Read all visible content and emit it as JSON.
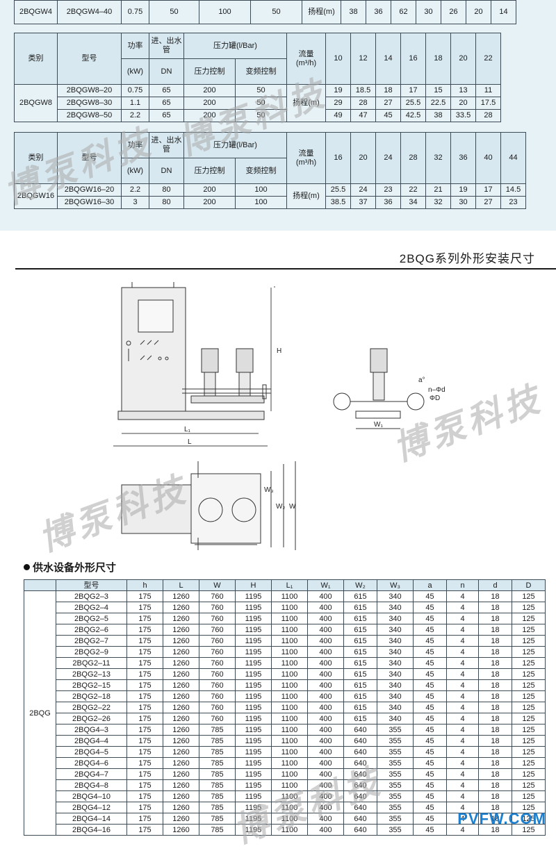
{
  "top_row": {
    "cells": [
      "2BQGW4",
      "2BQGW4–40",
      "0.75",
      "50",
      "100",
      "50",
      "扬程(m)",
      "38",
      "36",
      "62",
      "30",
      "26",
      "20",
      "14"
    ]
  },
  "table_w8": {
    "h_category": "类别",
    "h_model": "型号",
    "h_power": "功率",
    "h_power_unit": "(kW)",
    "h_pipe": "进、出水管",
    "h_pipe_unit": "DN",
    "h_tank": "压力罐(l/Bar)",
    "h_tank_pc": "压力控制",
    "h_tank_vf": "变频控制",
    "h_flow": "流量",
    "h_flow_unit": "(m³/h)",
    "flows": [
      "10",
      "12",
      "14",
      "16",
      "18",
      "20",
      "22"
    ],
    "category": "2BQGW8",
    "head_label": "扬程(m)",
    "rows": [
      {
        "model": "2BQGW8–20",
        "power": "0.75",
        "dn": "65",
        "pc": "200",
        "vf": "50",
        "vals": [
          "19",
          "18.5",
          "18",
          "17",
          "15",
          "13",
          "11"
        ]
      },
      {
        "model": "2BQGW8–30",
        "power": "1.1",
        "dn": "65",
        "pc": "200",
        "vf": "50",
        "vals": [
          "29",
          "28",
          "27",
          "25.5",
          "22.5",
          "20",
          "17.5"
        ]
      },
      {
        "model": "2BQGW8–50",
        "power": "2.2",
        "dn": "65",
        "pc": "200",
        "vf": "50",
        "vals": [
          "49",
          "47",
          "45",
          "42.5",
          "38",
          "33.5",
          "28"
        ]
      }
    ]
  },
  "table_w16": {
    "h_category": "类别",
    "h_model": "型号",
    "h_power": "功率",
    "h_power_unit": "(kW)",
    "h_pipe": "进、出水管",
    "h_pipe_unit": "DN",
    "h_tank": "压力罐(l/Bar)",
    "h_tank_pc": "压力控制",
    "h_tank_vf": "变频控制",
    "h_flow": "流量",
    "h_flow_unit": "(m³/h)",
    "flows": [
      "16",
      "20",
      "24",
      "28",
      "32",
      "36",
      "40",
      "44"
    ],
    "category": "2BQGW16",
    "head_label": "扬程(m)",
    "rows": [
      {
        "model": "2BQGW16–20",
        "power": "2.2",
        "dn": "80",
        "pc": "200",
        "vf": "100",
        "vals": [
          "25.5",
          "24",
          "23",
          "22",
          "21",
          "19",
          "17",
          "14.5"
        ]
      },
      {
        "model": "2BQGW16–30",
        "power": "3",
        "dn": "80",
        "pc": "200",
        "vf": "100",
        "vals": [
          "38.5",
          "37",
          "36",
          "34",
          "32",
          "30",
          "27",
          "23"
        ]
      }
    ]
  },
  "section_title": "2BQG系列外形安装尺寸",
  "drawing_labels": {
    "H": "H",
    "L1": "L₁",
    "L": "L",
    "W1": "W₁",
    "W2": "W₂",
    "W3": "W₃",
    "W": "W",
    "a": "a°",
    "nd": "n–Φd",
    "D": "ΦD"
  },
  "dims_title": "供水设备外形尺寸",
  "dims_headers": [
    "型号",
    "h",
    "L",
    "W",
    "H",
    "L₁",
    "W₁",
    "W₂",
    "W₃",
    "a",
    "n",
    "d",
    "D"
  ],
  "dims_category": "2BQG",
  "dims_rows": [
    [
      "2BQG2–3",
      "175",
      "1260",
      "760",
      "1195",
      "1100",
      "400",
      "615",
      "340",
      "45",
      "4",
      "18",
      "125"
    ],
    [
      "2BQG2–4",
      "175",
      "1260",
      "760",
      "1195",
      "1100",
      "400",
      "615",
      "340",
      "45",
      "4",
      "18",
      "125"
    ],
    [
      "2BQG2–5",
      "175",
      "1260",
      "760",
      "1195",
      "1100",
      "400",
      "615",
      "340",
      "45",
      "4",
      "18",
      "125"
    ],
    [
      "2BQG2–6",
      "175",
      "1260",
      "760",
      "1195",
      "1100",
      "400",
      "615",
      "340",
      "45",
      "4",
      "18",
      "125"
    ],
    [
      "2BQG2–7",
      "175",
      "1260",
      "760",
      "1195",
      "1100",
      "400",
      "615",
      "340",
      "45",
      "4",
      "18",
      "125"
    ],
    [
      "2BQG2–9",
      "175",
      "1260",
      "760",
      "1195",
      "1100",
      "400",
      "615",
      "340",
      "45",
      "4",
      "18",
      "125"
    ],
    [
      "2BQG2–11",
      "175",
      "1260",
      "760",
      "1195",
      "1100",
      "400",
      "615",
      "340",
      "45",
      "4",
      "18",
      "125"
    ],
    [
      "2BQG2–13",
      "175",
      "1260",
      "760",
      "1195",
      "1100",
      "400",
      "615",
      "340",
      "45",
      "4",
      "18",
      "125"
    ],
    [
      "2BQG2–15",
      "175",
      "1260",
      "760",
      "1195",
      "1100",
      "400",
      "615",
      "340",
      "45",
      "4",
      "18",
      "125"
    ],
    [
      "2BQG2–18",
      "175",
      "1260",
      "760",
      "1195",
      "1100",
      "400",
      "615",
      "340",
      "45",
      "4",
      "18",
      "125"
    ],
    [
      "2BQG2–22",
      "175",
      "1260",
      "760",
      "1195",
      "1100",
      "400",
      "615",
      "340",
      "45",
      "4",
      "18",
      "125"
    ],
    [
      "2BQG2–26",
      "175",
      "1260",
      "760",
      "1195",
      "1100",
      "400",
      "615",
      "340",
      "45",
      "4",
      "18",
      "125"
    ],
    [
      "2BQG4–3",
      "175",
      "1260",
      "785",
      "1195",
      "1100",
      "400",
      "640",
      "355",
      "45",
      "4",
      "18",
      "125"
    ],
    [
      "2BQG4–4",
      "175",
      "1260",
      "785",
      "1195",
      "1100",
      "400",
      "640",
      "355",
      "45",
      "4",
      "18",
      "125"
    ],
    [
      "2BQG4–5",
      "175",
      "1260",
      "785",
      "1195",
      "1100",
      "400",
      "640",
      "355",
      "45",
      "4",
      "18",
      "125"
    ],
    [
      "2BQG4–6",
      "175",
      "1260",
      "785",
      "1195",
      "1100",
      "400",
      "640",
      "355",
      "45",
      "4",
      "18",
      "125"
    ],
    [
      "2BQG4–7",
      "175",
      "1260",
      "785",
      "1195",
      "1100",
      "400",
      "640",
      "355",
      "45",
      "4",
      "18",
      "125"
    ],
    [
      "2BQG4–8",
      "175",
      "1260",
      "785",
      "1195",
      "1100",
      "400",
      "640",
      "355",
      "45",
      "4",
      "18",
      "125"
    ],
    [
      "2BQG4–10",
      "175",
      "1260",
      "785",
      "1195",
      "1100",
      "400",
      "640",
      "355",
      "45",
      "4",
      "18",
      "125"
    ],
    [
      "2BQG4–12",
      "175",
      "1260",
      "785",
      "1195",
      "1100",
      "400",
      "640",
      "355",
      "45",
      "4",
      "18",
      "125"
    ],
    [
      "2BQG4–14",
      "175",
      "1260",
      "785",
      "1195",
      "1100",
      "400",
      "640",
      "355",
      "45",
      "4",
      "18",
      "125"
    ],
    [
      "2BQG4–16",
      "175",
      "1260",
      "785",
      "1195",
      "1100",
      "400",
      "640",
      "355",
      "45",
      "4",
      "18",
      "125"
    ]
  ],
  "watermark": "博泵科技",
  "site": "PVFW.COM"
}
